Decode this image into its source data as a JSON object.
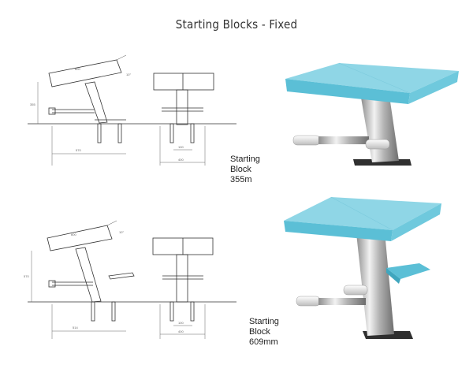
{
  "title": "Starting Blocks - Fixed",
  "blocks": [
    {
      "caption_line1": "Starting",
      "caption_line2": "Block",
      "caption_line3": "355m"
    },
    {
      "caption_line1": "Starting",
      "caption_line2": "Block",
      "caption_line3": "609mm"
    }
  ],
  "colors": {
    "platform_top": "#8fd6e6",
    "platform_side": "#5bbfd6",
    "steel": "#c9c9c9",
    "base_plate": "#333333"
  }
}
